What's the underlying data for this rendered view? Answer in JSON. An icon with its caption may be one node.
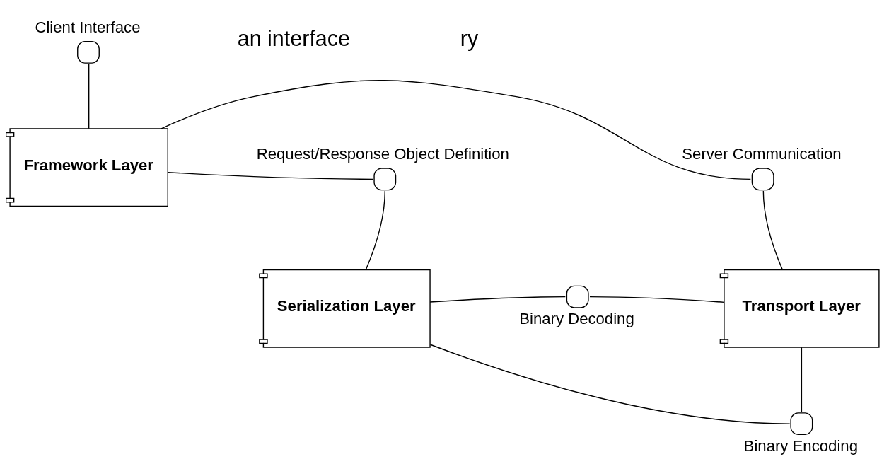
{
  "diagram": {
    "nodes": [
      {
        "text": [
          "Framework Layer"
        ]
      },
      {
        "text": [
          "Transport Layer"
        ]
      },
      {
        "text": [
          "Serialization Layer"
        ]
      },
      {
        "text": [],
        "shape": "circle",
        "beside": [
          "Client Interface"
        ]
      },
      {
        "text": [],
        "shape": "circle",
        "beside": [
          "Server Communication"
        ]
      },
      {
        "text": [],
        "shape": "circle",
        "beside": [
          "Request/Response Object Definition"
        ]
      },
      {
        "text": [],
        "shape": "circle",
        "beside": [
          "Binary Decoding"
        ]
      },
      {
        "text": [],
        "shape": "circle",
        "beside": [
          "Binary Encoding"
        ]
      }
    ],
    "edges": [
      {
        "from": 3,
        "to": 0,
        "arrow": "none"
      },
      {
        "from": 0,
        "to": 4,
        "arrow": "none"
      },
      {
        "from": 4,
        "to": 1,
        "arrow": "none"
      },
      {
        "from": 0,
        "to": 5,
        "arrow": "none"
      },
      {
        "from": 5,
        "to": 2,
        "arrow": "none"
      },
      {
        "from": 1,
        "to": 6,
        "arrow": "none"
      },
      {
        "from": 6,
        "to": 2,
        "arrow": "none"
      },
      {
        "from": 1,
        "to": 7,
        "arrow": "none"
      },
      {
        "from": 7,
        "to": 2,
        "arrow": "none"
      }
    ],
    "labels": [
      "an interface",
      "ry"
    ]
  }
}
